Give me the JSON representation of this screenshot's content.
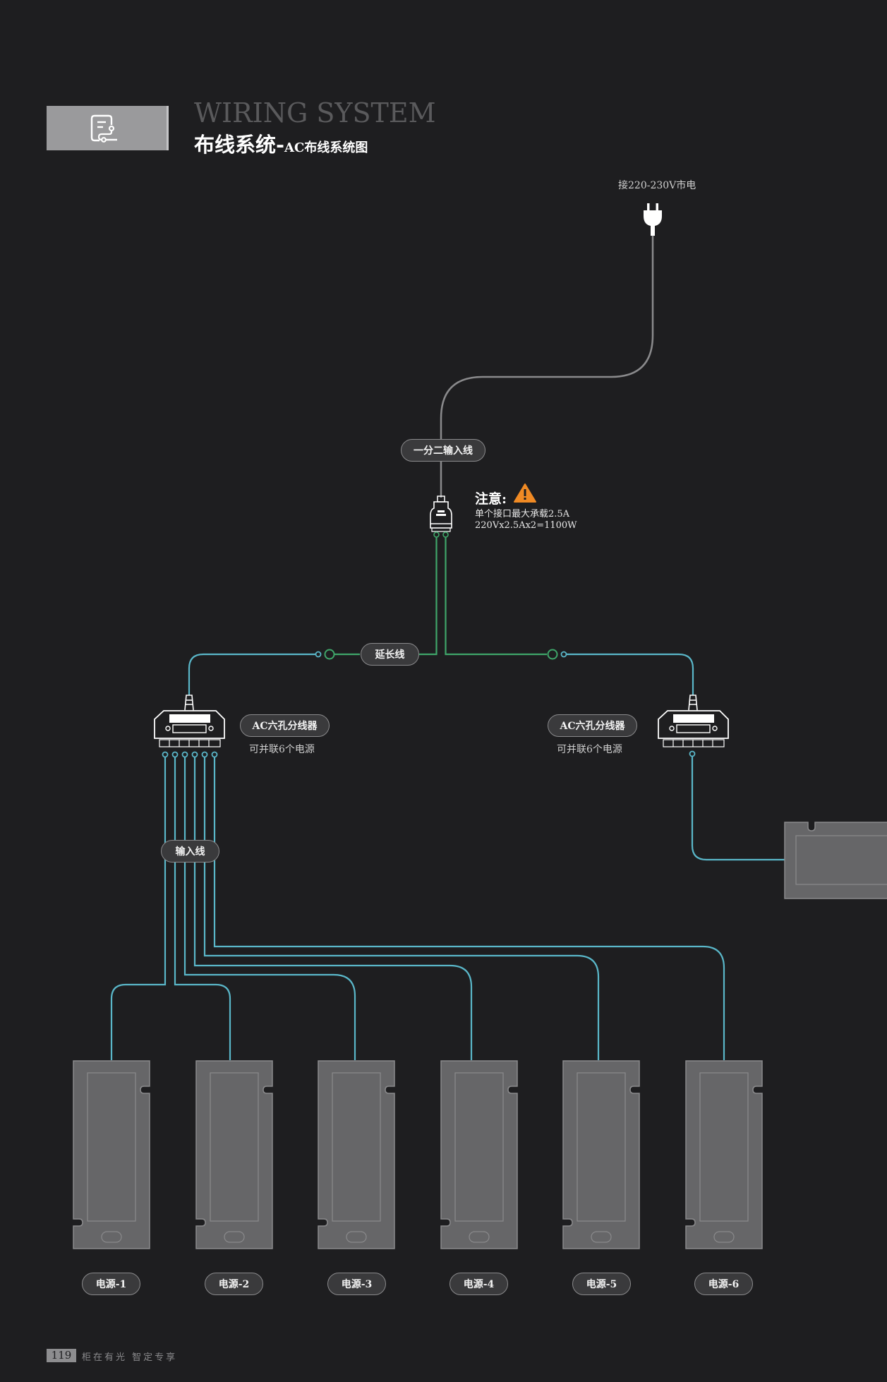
{
  "header": {
    "title_en": "WIRING SYSTEM",
    "title_cn": "布线系统-",
    "title_cn_sub": "AC布线系统图",
    "icon": "wiring-doc-icon"
  },
  "mains": {
    "label": "接220-230V市电",
    "icon": "power-plug-icon"
  },
  "splitter_cable": {
    "label": "一分二输入线"
  },
  "note": {
    "heading": "注意:",
    "icon": "warning-icon",
    "line1": "单个接口最大承载2.5A",
    "line2": "220Vx2.5Ax2=1100W",
    "warning_color": "#f08a24"
  },
  "extension": {
    "label": "延长线"
  },
  "distributor_left": {
    "label": "AC六孔分线器",
    "caption": "可并联6个电源"
  },
  "distributor_right": {
    "label": "AC六孔分线器",
    "caption": "可并联6个电源"
  },
  "input_cable": {
    "label": "输入线"
  },
  "power_units": [
    "电源-1",
    "电源-2",
    "电源-3",
    "电源-4",
    "电源-5",
    "电源-6"
  ],
  "colors": {
    "ac_line": "#5ab7c9",
    "green_line": "#3fa66a",
    "mains_line": "#8a8a8c"
  },
  "footer": {
    "page": "119",
    "slogan": "柜在有光  智定专享"
  }
}
